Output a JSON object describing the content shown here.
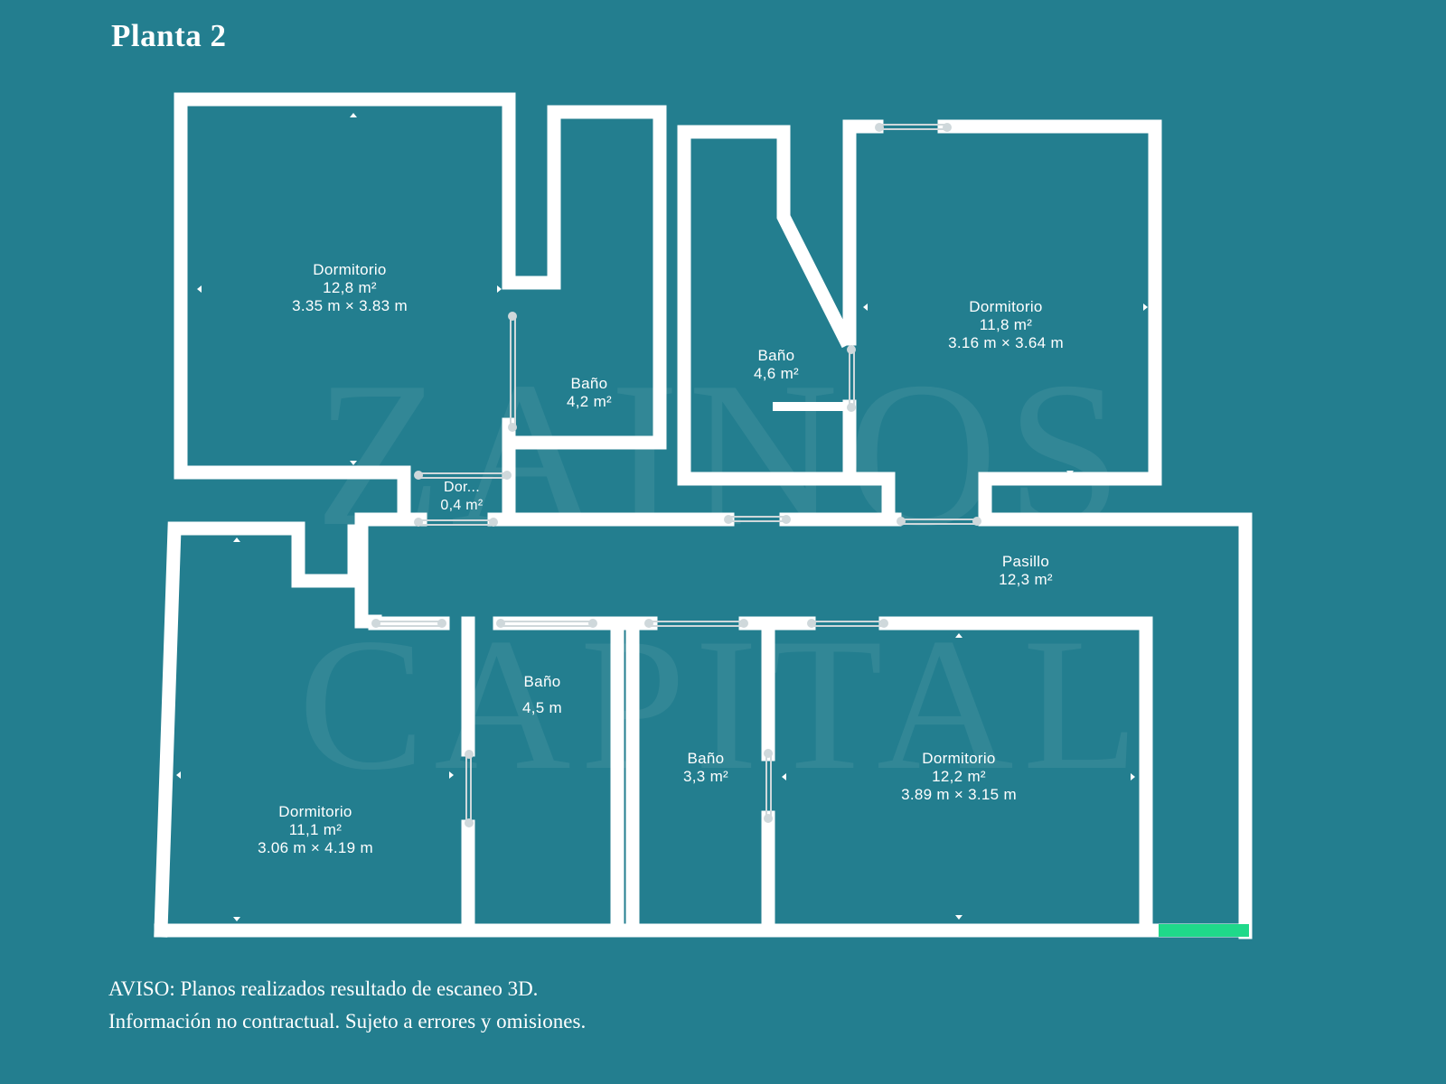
{
  "title": "Planta 2",
  "watermark": {
    "line1": "ZAINOS",
    "line2": "CAPITAL"
  },
  "colors": {
    "background": "#237e8f",
    "wall": "#ffffff",
    "entrance": "#1fd98a"
  },
  "rooms": [
    {
      "name": "Dormitorio",
      "area": "12,8 m²",
      "dims": "3.35 m × 3.83 m"
    },
    {
      "name": "Baño",
      "area": "4,2 m²"
    },
    {
      "name": "Baño",
      "area": "4,6 m²"
    },
    {
      "name": "Dormitorio",
      "area": "11,8 m²",
      "dims": "3.16 m × 3.64 m"
    },
    {
      "name": "Dor...",
      "area": "0,4 m²"
    },
    {
      "name": "Pasillo",
      "area": "12,3 m²"
    },
    {
      "name": "Baño",
      "area": "4,5 m"
    },
    {
      "name": "Baño",
      "area": "3,3 m²"
    },
    {
      "name": "Dormitorio",
      "area": "12,2 m²",
      "dims": "3.89 m × 3.15 m"
    },
    {
      "name": "Dormitorio",
      "area": "11,1 m²",
      "dims": "3.06 m × 4.19 m"
    }
  ],
  "notice": {
    "line1": "AVISO: Planos realizados resultado de escaneo 3D.",
    "line2": "Información no contractual. Sujeto a errores y omisiones."
  }
}
